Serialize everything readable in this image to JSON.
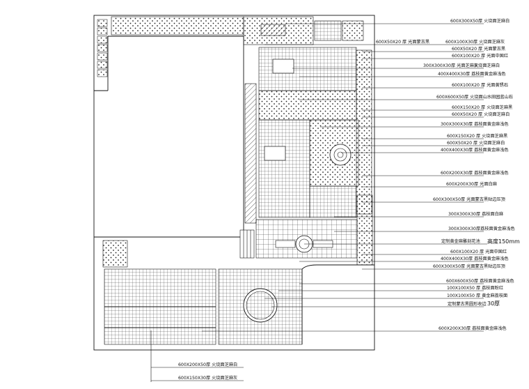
{
  "labels": [
    "600X300X50厚 火烧面芝麻白",
    "600X50X20 厚 光面蒙古黑",
    "600X100X30厚 火烧面芝麻灰",
    "600X50X20 厚 光面蒙古黑",
    "600X100X20 厚 光面中国红",
    "300X300X30厚 光面芝麻灰",
    "火烧面芝麻白",
    "400X400X30厚 荔枝面黄金麻浅色",
    "600X100X20 厚 光面黄锈石",
    "600X600X50厚 火烧面山水田园蓝山石",
    "600X150X20 厚 火烧面芝麻黑",
    "600X50X20 厚 火烧面芝麻白",
    "300X300X30厚 荔枝面黄金麻浅色",
    "600X150X20 厚 火烧面芝麻黑",
    "600X50X20 厚 火烧面芝麻白",
    "400X400X30厚 荔枝面黄金麻浅色",
    "600X200X30厚 荔枝面黄金麻浅色",
    "600X200X30厚 光面白麻",
    "600X300X50厚 光面蒙古黑贴边压顶",
    "300X300X30厚 荔枝面白麻",
    "300X300X30厚荔枝面黄金麻浅色",
    "定制黄金麻雕刻花池",
    "高度150mm",
    "600X100X20 厚 光面中国红",
    "400X400X30厚 荔枝面黄金麻浅色",
    "600X300X50厚 光面蒙古黑贴边压顶",
    "600X600X50厚 荔枝面黄金麻浅色",
    "100X100X50 厚 荔枝面粉红",
    "100X100X50 厚 黄金麻荔枝面",
    "定制蒙古黑圆形收边",
    "30厚",
    "600X200X30厚 荔枝面黄金麻浅色",
    "600X200X50厚 火烧面芝麻白",
    "600X150X30厚 火烧面芝麻灰"
  ]
}
